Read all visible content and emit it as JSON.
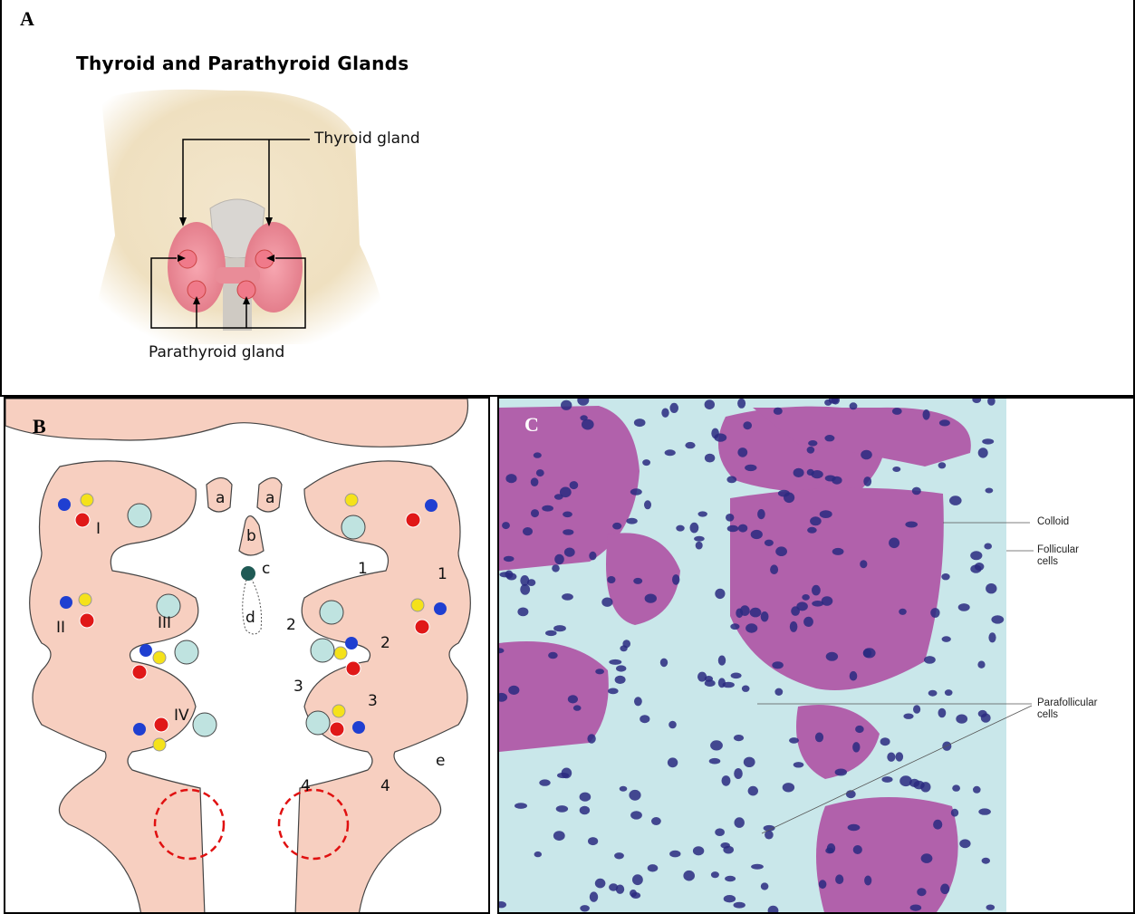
{
  "panel_a": {
    "letter": "A",
    "title": "Thyroid and Parathyroid Glands",
    "labels": {
      "thyroid": "Thyroid gland",
      "parathyroid": "Parathyroid gland"
    }
  },
  "panel_b": {
    "letter": "B",
    "labels": {
      "a_left": "a",
      "a_right": "a",
      "b": "b",
      "c": "c",
      "d": "d",
      "e": "e",
      "roman_1": "I",
      "roman_2": "II",
      "roman_3": "III",
      "roman_4": "IV",
      "right_1a": "1",
      "right_1b": "1",
      "right_2a": "2",
      "right_2b": "2",
      "right_3a": "3",
      "right_3b": "3",
      "right_4a": "4",
      "right_4b": "4"
    },
    "colors": {
      "tissue": "#f7cfc0",
      "tissue_outline": "#444444",
      "blue_dot": "#1f3fd1",
      "yellow_dot": "#f5e21a",
      "red_dot": "#e01818",
      "speckled": "#bfe3e0",
      "dashed_circle": "#e01010"
    }
  },
  "panel_c": {
    "letter": "C",
    "labels": {
      "colloid": "Colloid",
      "follicular": "Follicular\ncells",
      "parafollicular": "Parafollicular\ncells"
    },
    "colors": {
      "colloid": "#b05aa8",
      "background": "#c9e7ea",
      "nuclei": "#2a2a80"
    }
  }
}
